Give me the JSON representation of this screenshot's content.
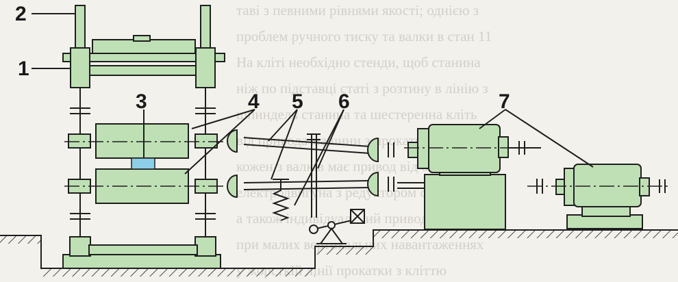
{
  "labels": {
    "l1": "1",
    "l2": "2",
    "l3": "3",
    "l4": "4",
    "l5": "5",
    "l6": "6",
    "l7": "7"
  },
  "colors": {
    "paper": "#f3f1ec",
    "parts": "#bfe0b5",
    "roll_gap": "#8ecfe8",
    "ink": "#1e1e1e"
  }
}
